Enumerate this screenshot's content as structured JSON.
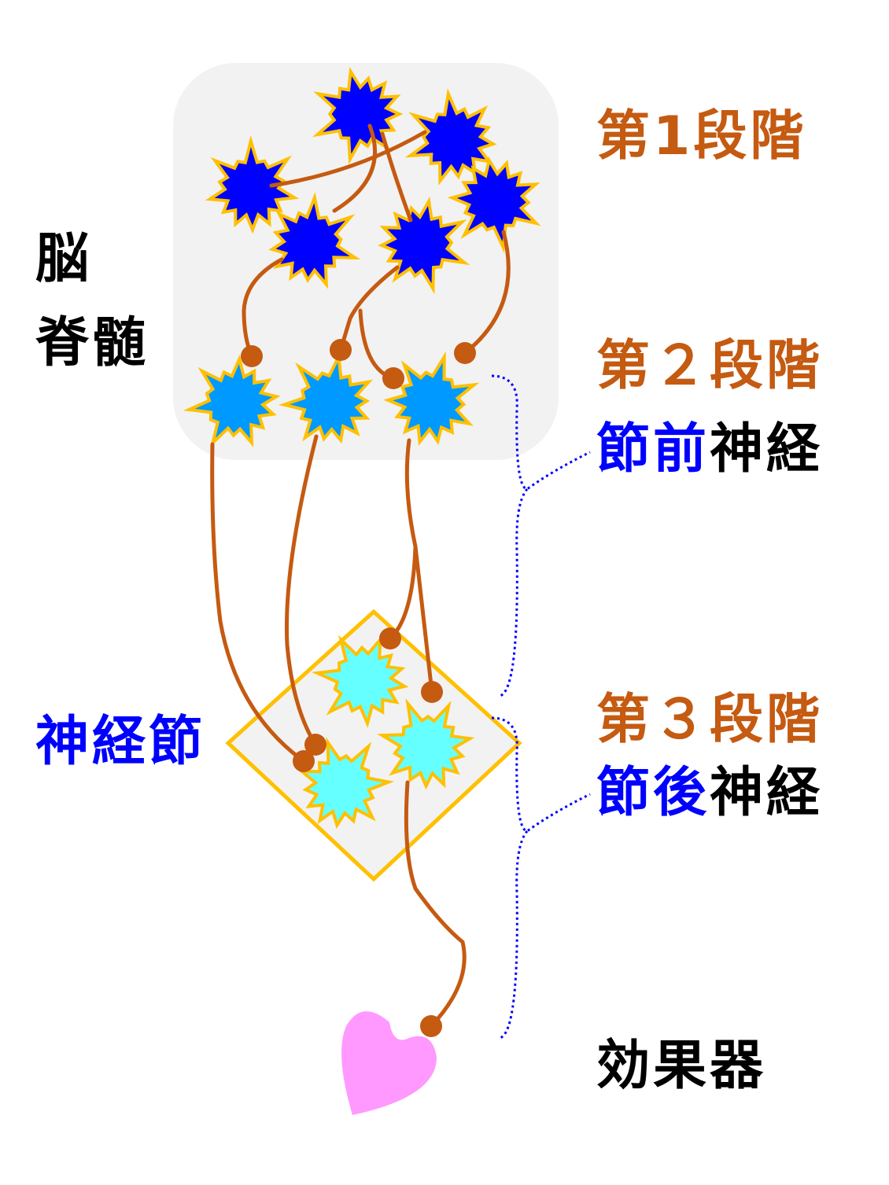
{
  "labels": {
    "brain": "脳",
    "spinal_cord": "脊髄",
    "stage1": "第1段階",
    "stage2": "第２段階",
    "preganglionic_prefix": "節前",
    "preganglionic_suffix": "神経",
    "ganglion": "神経節",
    "stage3": "第３段階",
    "postganglionic_prefix": "節後",
    "postganglionic_suffix": "神経",
    "effector": "効果器"
  },
  "colors": {
    "axon": "#C55A11",
    "cns_neuron": "#0000FF",
    "preganglionic_neuron": "#0099FF",
    "postganglionic_neuron": "#66FFFF",
    "outline": "#FFC000",
    "region_fill": "#F2F2F2",
    "effector": "#FF99FF",
    "brace": "#0000FF"
  }
}
